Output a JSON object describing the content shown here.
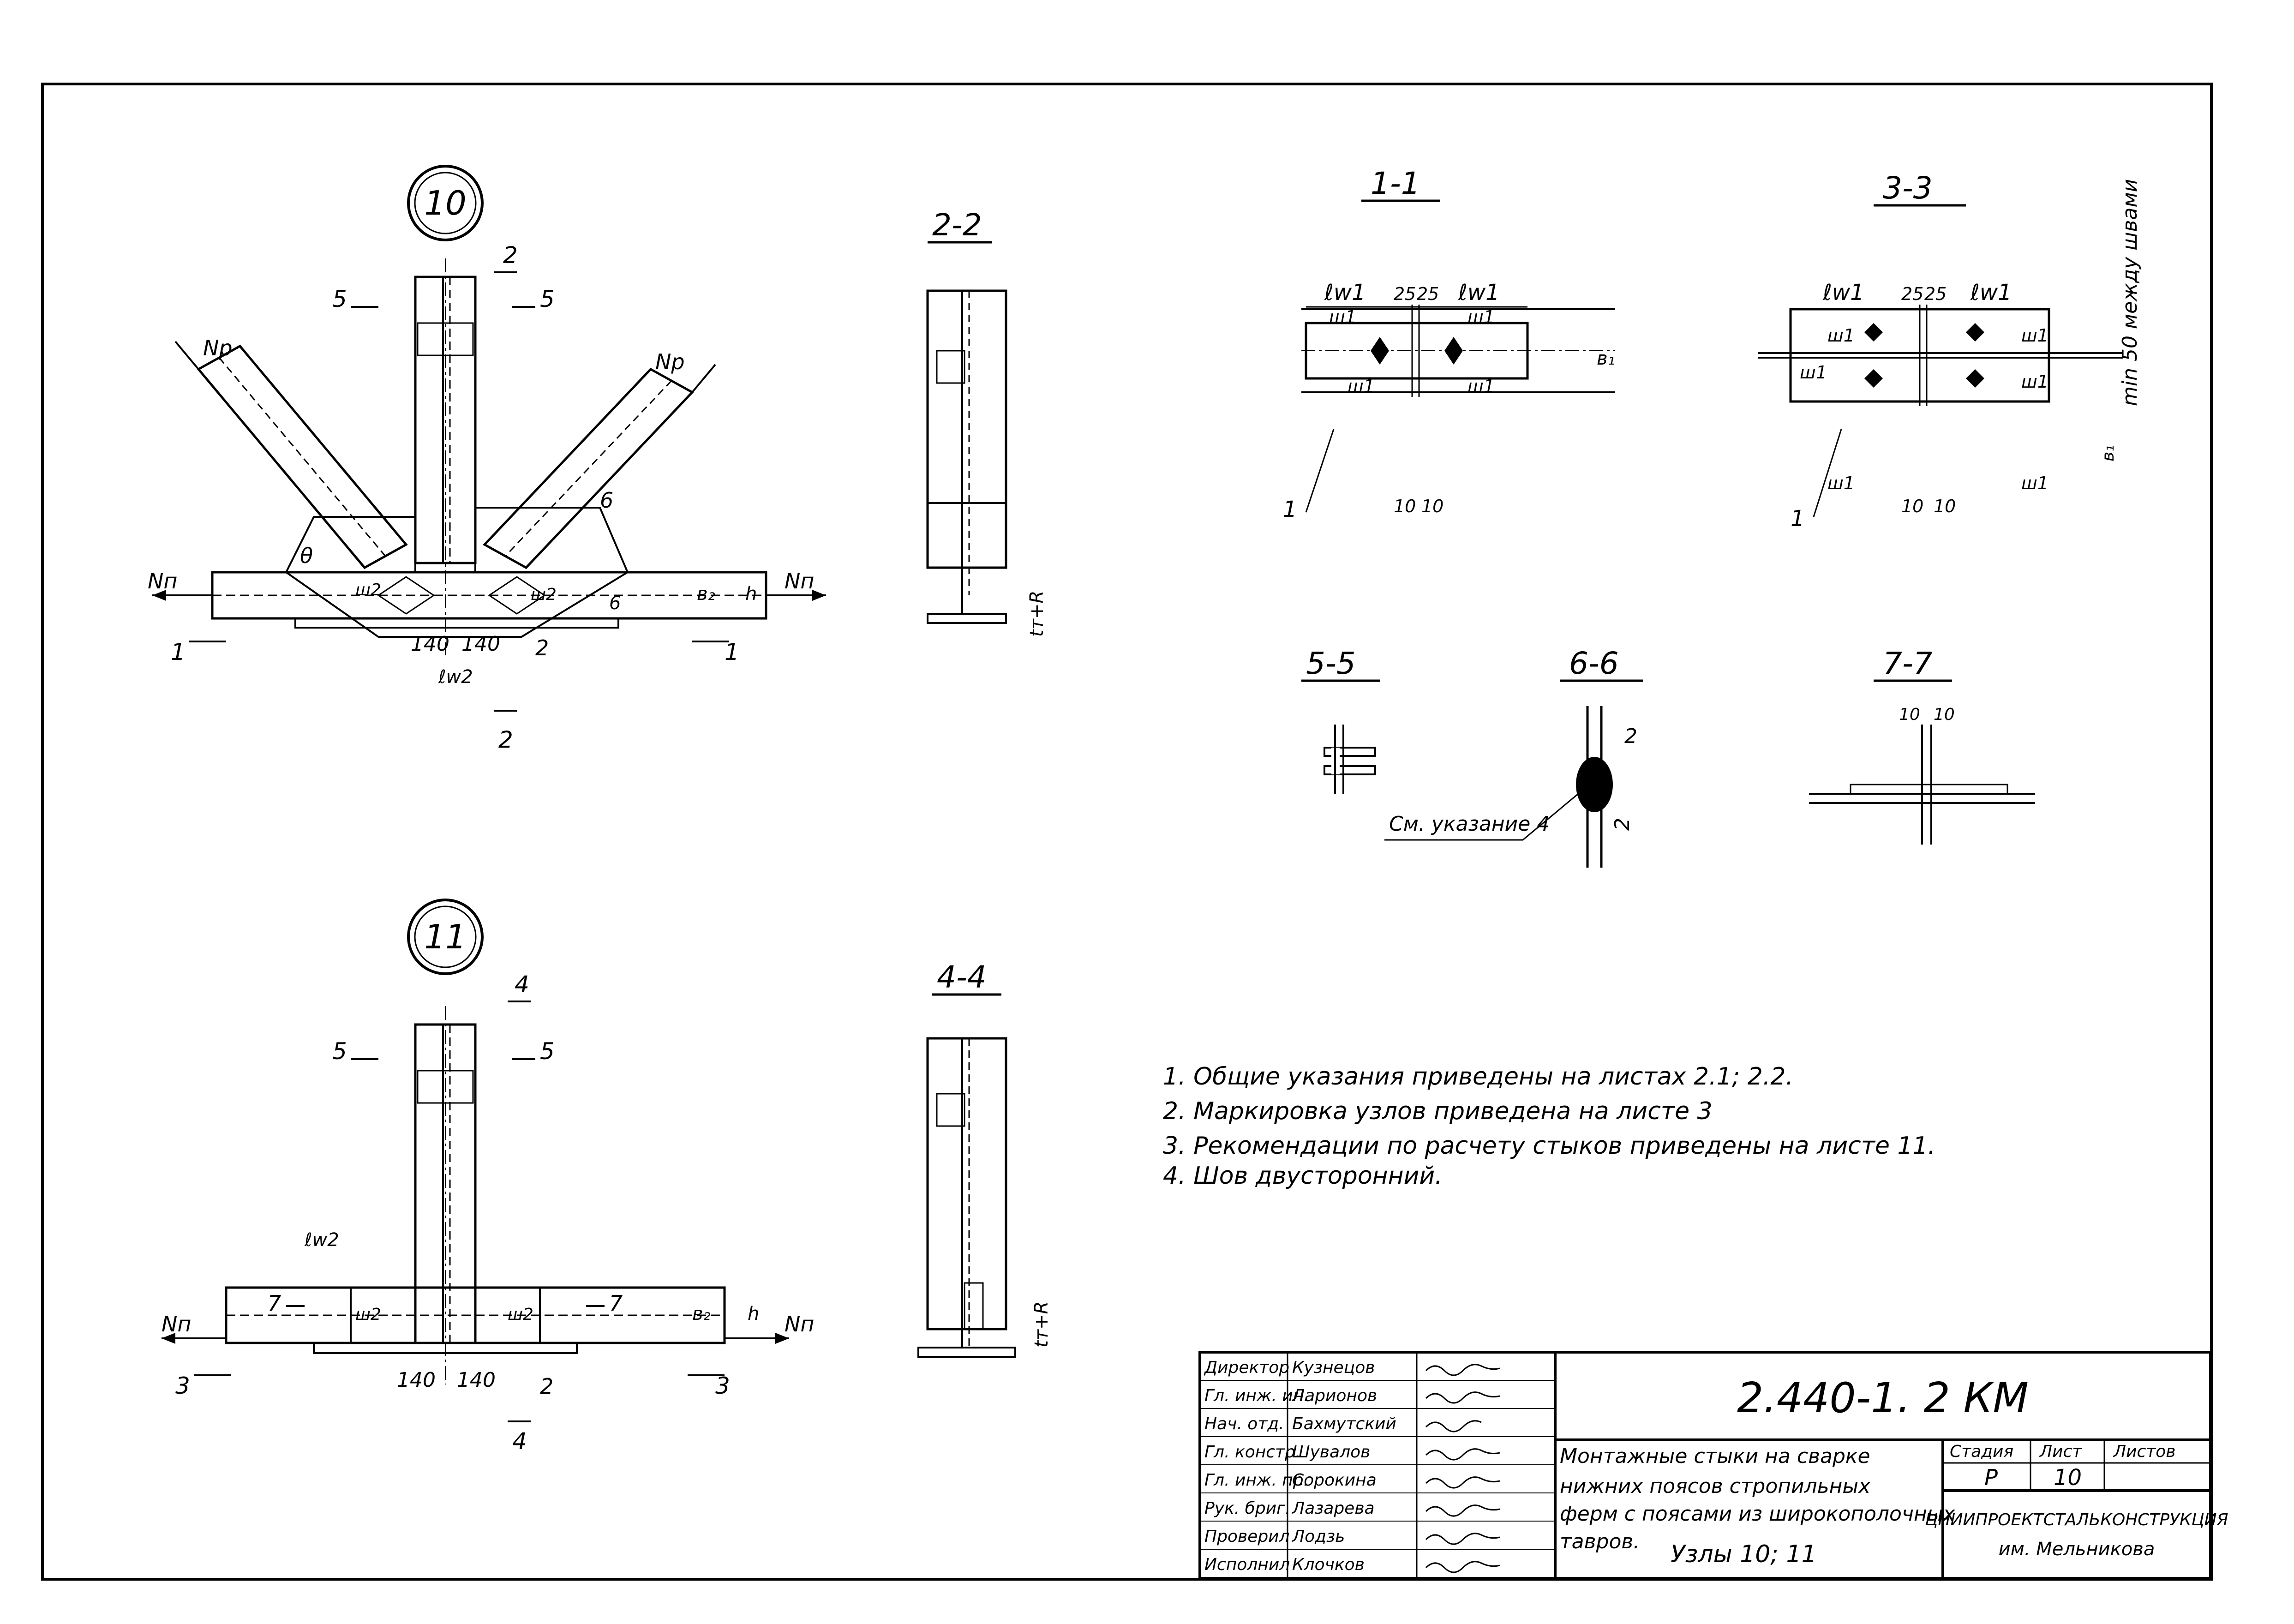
{
  "nodes": {
    "node10": "10",
    "node11": "11"
  },
  "sections": {
    "s11": "1-1",
    "s22": "2-2",
    "s33": "3-3",
    "s44": "4-4",
    "s55": "5-5",
    "s66": "6-6",
    "s77": "7-7"
  },
  "marks": {
    "n2": "2",
    "n5": "5",
    "n1": "1",
    "n3": "3",
    "n4": "4",
    "n7": "7",
    "n6": "6",
    "np": "Nр",
    "nn": "Nп",
    "theta": "θ",
    "b2": "в₂",
    "h": "h",
    "d140": "140",
    "lw2": "ℓw2",
    "lw1": "ℓw1",
    "d25": "25",
    "d10": "10",
    "sh1": "ш1",
    "sh2": "ш2",
    "b1": "в₁",
    "tR": "tт+R",
    "min50": "min 50 между швами",
    "see4": "См. указание 4"
  },
  "notes": [
    "1. Общие указания приведены на листах 2.1; 2.2.",
    "2. Маркировка узлов приведена на листе 3",
    "3. Рекомендации по расчету стыков приведены на листе 11.",
    "4. Шов двусторонний."
  ],
  "title_block": {
    "roles": [
      {
        "role": "Директор",
        "name": "Кузнецов"
      },
      {
        "role": "Гл. инж. ин.",
        "name": "Ларионов"
      },
      {
        "role": "Нач. отд.",
        "name": "Бахмутский"
      },
      {
        "role": "Гл. констр.",
        "name": "Шувалов"
      },
      {
        "role": "Гл. инж. пр.",
        "name": "Сорокина"
      },
      {
        "role": "Рук. бриг.",
        "name": "Лазарева"
      },
      {
        "role": "Проверил",
        "name": "Лодзь"
      },
      {
        "role": "Исполнил",
        "name": "Клочков"
      }
    ],
    "doc_code": "2.440-1. 2 КМ",
    "title_lines": [
      "Монтажные стыки на сварке",
      "нижних поясов стропильных",
      "ферм с поясами из широкополочных",
      "тавров."
    ],
    "subtitle": "Узлы 10; 11",
    "stage_label": "Стадия",
    "sheet_label": "Лист",
    "sheets_label": "Листов",
    "stage": "Р",
    "sheet": "10",
    "sheets": "",
    "org": "ЦНИИПРОЕКТСТАЛЬКОНСТРУКЦИЯ",
    "org2": "им. Мельникова"
  }
}
